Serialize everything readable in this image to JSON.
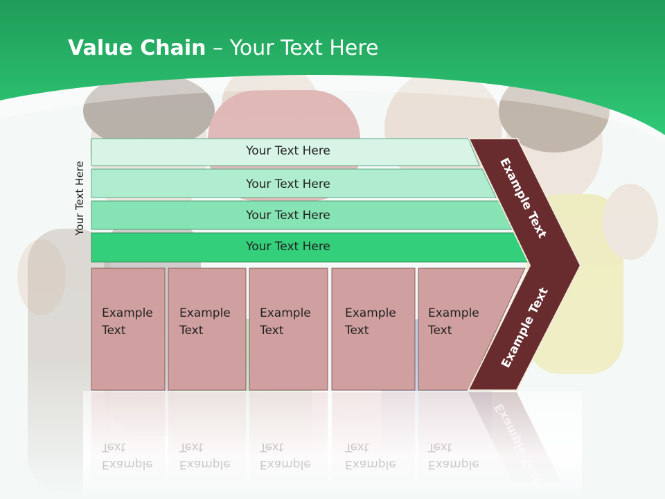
{
  "slide": {
    "title_bold": "Value Chain",
    "title_rest": " – Your Text Here",
    "side_label": "Your Text Here",
    "support_rows": [
      {
        "label": "Your Text Here",
        "color": "#d8f4e7"
      },
      {
        "label": "Your Text Here",
        "color": "#b0ecd0"
      },
      {
        "label": "Your Text Here",
        "color": "#86e3b3"
      },
      {
        "label": "Your Text Here",
        "color": "#33cf7b"
      }
    ],
    "activities": [
      {
        "label": "Example\nText"
      },
      {
        "label": "Example\nText"
      },
      {
        "label": "Example\nText"
      },
      {
        "label": "Example\nText"
      },
      {
        "label": "Example\nText"
      }
    ],
    "margin_labels": [
      "Example Text",
      "Example Text"
    ],
    "colors": {
      "header_green": "#2ec774",
      "activity_fill": "#d09f9f",
      "margin_fill": "#682c2f"
    }
  }
}
